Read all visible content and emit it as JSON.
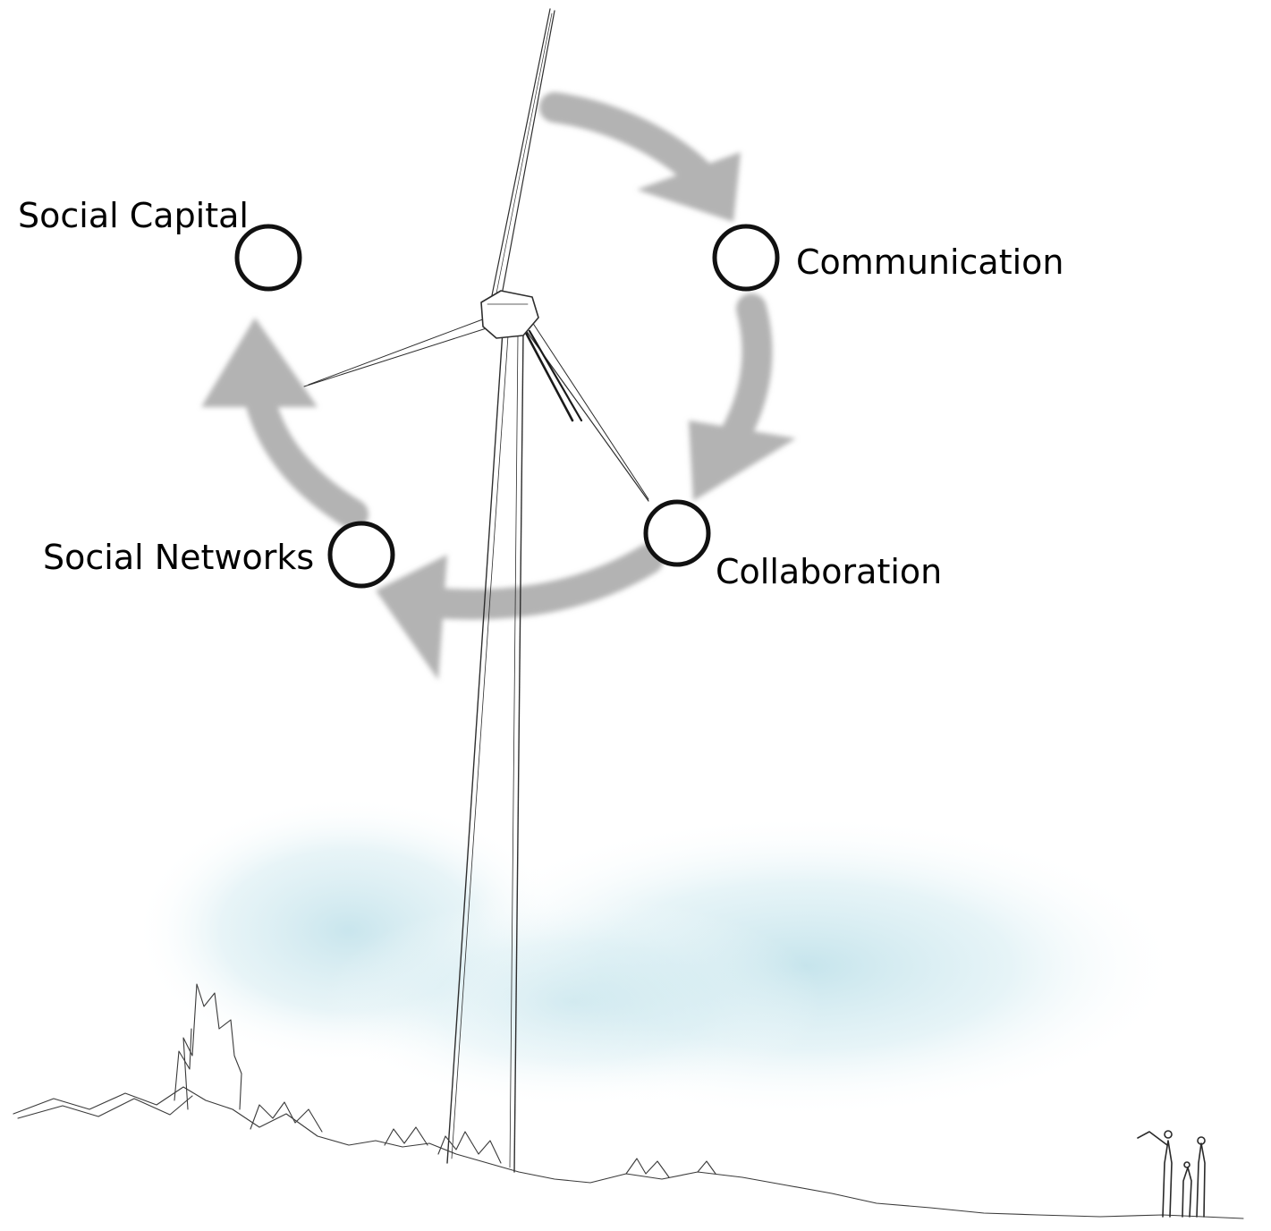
{
  "cycle": {
    "nodes": [
      {
        "label": "Social Capital"
      },
      {
        "label": "Communication"
      },
      {
        "label": "Collaboration"
      },
      {
        "label": "Social Networks"
      }
    ],
    "arrow_color": "#b3b3b3",
    "node_stroke_color": "#111111"
  },
  "background": {
    "sky_wash_color": "#cfe8ee",
    "sketch_color": "#3a3a3a"
  }
}
